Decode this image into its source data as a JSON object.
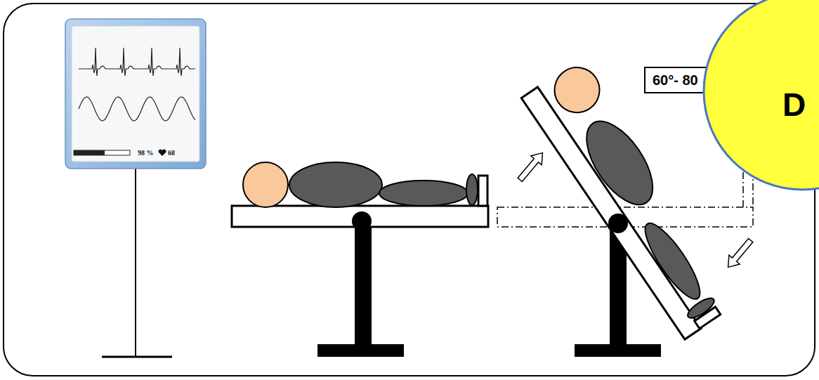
{
  "diagram": {
    "nodes": [
      {
        "text": [
          "60°- 80"
        ]
      },
      {
        "text": [
          "D"
        ]
      }
    ],
    "labels": [
      "98 %",
      "68"
    ]
  }
}
